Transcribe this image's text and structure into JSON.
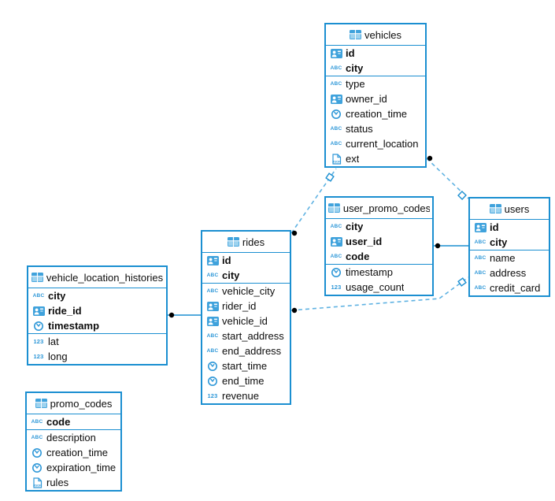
{
  "app": {
    "view": "entity-relationship-diagram"
  },
  "colors": {
    "table_border": "#1b8fd1",
    "icon_fill": "#3fa2dc",
    "type_label": "#2f98d8",
    "dashed_relation": "#5fb2e2",
    "solid_relation": "#1b8fd1",
    "connector_dot": "#000000",
    "background": "#ffffff",
    "text": "#0d0d0d"
  },
  "diagram": {
    "type_badges": {
      "string": "ABC",
      "number": "123",
      "json": "JSON"
    },
    "tables": [
      {
        "name": "vehicles",
        "columns": [
          {
            "name": "id",
            "type": "id",
            "pk": true
          },
          {
            "name": "city",
            "type": "string",
            "pk": true
          },
          {
            "name": "type",
            "type": "string",
            "pk": false
          },
          {
            "name": "owner_id",
            "type": "id",
            "pk": false
          },
          {
            "name": "creation_time",
            "type": "datetime",
            "pk": false
          },
          {
            "name": "status",
            "type": "string",
            "pk": false
          },
          {
            "name": "current_location",
            "type": "string",
            "pk": false
          },
          {
            "name": "ext",
            "type": "json",
            "pk": false
          }
        ]
      },
      {
        "name": "user_promo_codes",
        "columns": [
          {
            "name": "city",
            "type": "string",
            "pk": true
          },
          {
            "name": "user_id",
            "type": "id",
            "pk": true
          },
          {
            "name": "code",
            "type": "string",
            "pk": true
          },
          {
            "name": "timestamp",
            "type": "datetime",
            "pk": false
          },
          {
            "name": "usage_count",
            "type": "number",
            "pk": false
          }
        ]
      },
      {
        "name": "users",
        "columns": [
          {
            "name": "id",
            "type": "id",
            "pk": true
          },
          {
            "name": "city",
            "type": "string",
            "pk": true
          },
          {
            "name": "name",
            "type": "string",
            "pk": false
          },
          {
            "name": "address",
            "type": "string",
            "pk": false
          },
          {
            "name": "credit_card",
            "type": "string",
            "pk": false
          }
        ]
      },
      {
        "name": "rides",
        "columns": [
          {
            "name": "id",
            "type": "id",
            "pk": true
          },
          {
            "name": "city",
            "type": "string",
            "pk": true
          },
          {
            "name": "vehicle_city",
            "type": "string",
            "pk": false
          },
          {
            "name": "rider_id",
            "type": "id",
            "pk": false
          },
          {
            "name": "vehicle_id",
            "type": "id",
            "pk": false
          },
          {
            "name": "start_address",
            "type": "string",
            "pk": false
          },
          {
            "name": "end_address",
            "type": "string",
            "pk": false
          },
          {
            "name": "start_time",
            "type": "datetime",
            "pk": false
          },
          {
            "name": "end_time",
            "type": "datetime",
            "pk": false
          },
          {
            "name": "revenue",
            "type": "number",
            "pk": false
          }
        ]
      },
      {
        "name": "vehicle_location_histories",
        "columns": [
          {
            "name": "city",
            "type": "string",
            "pk": true
          },
          {
            "name": "ride_id",
            "type": "id",
            "pk": true
          },
          {
            "name": "timestamp",
            "type": "datetime",
            "pk": true
          },
          {
            "name": "lat",
            "type": "number",
            "pk": false
          },
          {
            "name": "long",
            "type": "number",
            "pk": false
          }
        ]
      },
      {
        "name": "promo_codes",
        "columns": [
          {
            "name": "code",
            "type": "string",
            "pk": true
          },
          {
            "name": "description",
            "type": "string",
            "pk": false
          },
          {
            "name": "creation_time",
            "type": "datetime",
            "pk": false
          },
          {
            "name": "expiration_time",
            "type": "datetime",
            "pk": false
          },
          {
            "name": "rules",
            "type": "json",
            "pk": false
          }
        ]
      }
    ],
    "relations": [
      {
        "from": "rides",
        "to": "vehicles",
        "line": "dashed"
      },
      {
        "from": "vehicles",
        "to": "users",
        "line": "dashed"
      },
      {
        "from": "user_promo_codes",
        "to": "users",
        "line": "solid"
      },
      {
        "from": "rides",
        "to": "users",
        "line": "dashed"
      },
      {
        "from": "vehicle_location_histories",
        "to": "rides",
        "line": "solid"
      }
    ]
  }
}
